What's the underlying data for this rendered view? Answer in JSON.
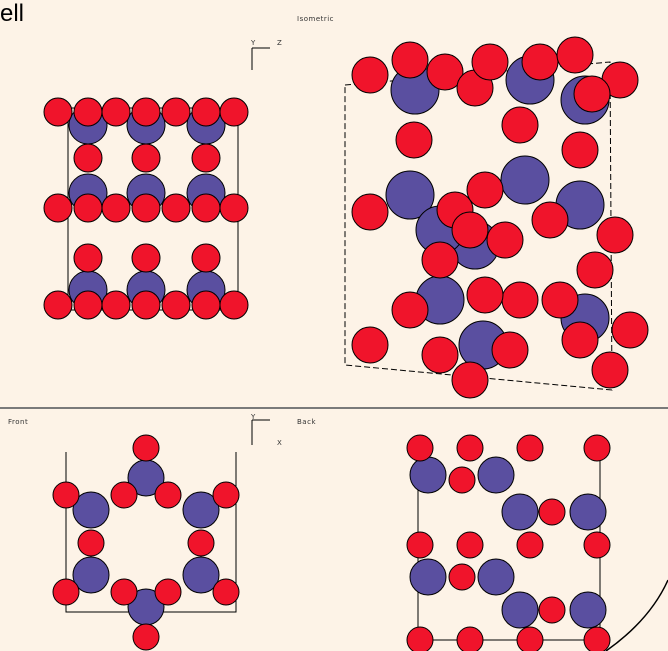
{
  "clipped_title": "ell",
  "viewports": {
    "top_left": {
      "axis": {
        "up": "Y",
        "right": "Z"
      }
    },
    "top_right": {
      "label": "Isometric"
    },
    "bottom_left": {
      "label": "Front",
      "axis": {
        "up": "Y",
        "right": "X"
      }
    },
    "bottom_right": {
      "label": "Back"
    }
  },
  "colors": {
    "background": "#fdf3e7",
    "oxygen_atom": "#f0142b",
    "metal_atom": "#5a4fa0",
    "outline": "#000000",
    "divider": "#7a7a7a"
  },
  "icons": [
    "axis-triad-icon",
    "cursor-arc-icon"
  ]
}
